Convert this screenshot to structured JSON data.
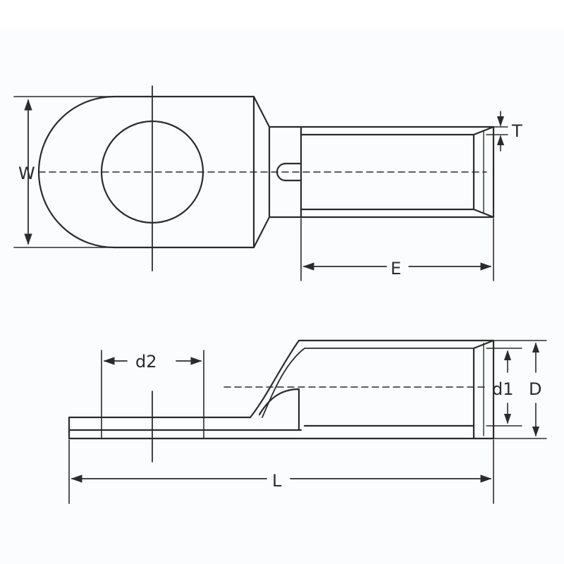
{
  "colors": {
    "line": "#2b2b2b",
    "background": "#fbfcfd"
  },
  "labels": {
    "W": "W",
    "T": "T",
    "E": "E",
    "d2": "d2",
    "d1": "d1",
    "D": "D",
    "L": "L"
  }
}
